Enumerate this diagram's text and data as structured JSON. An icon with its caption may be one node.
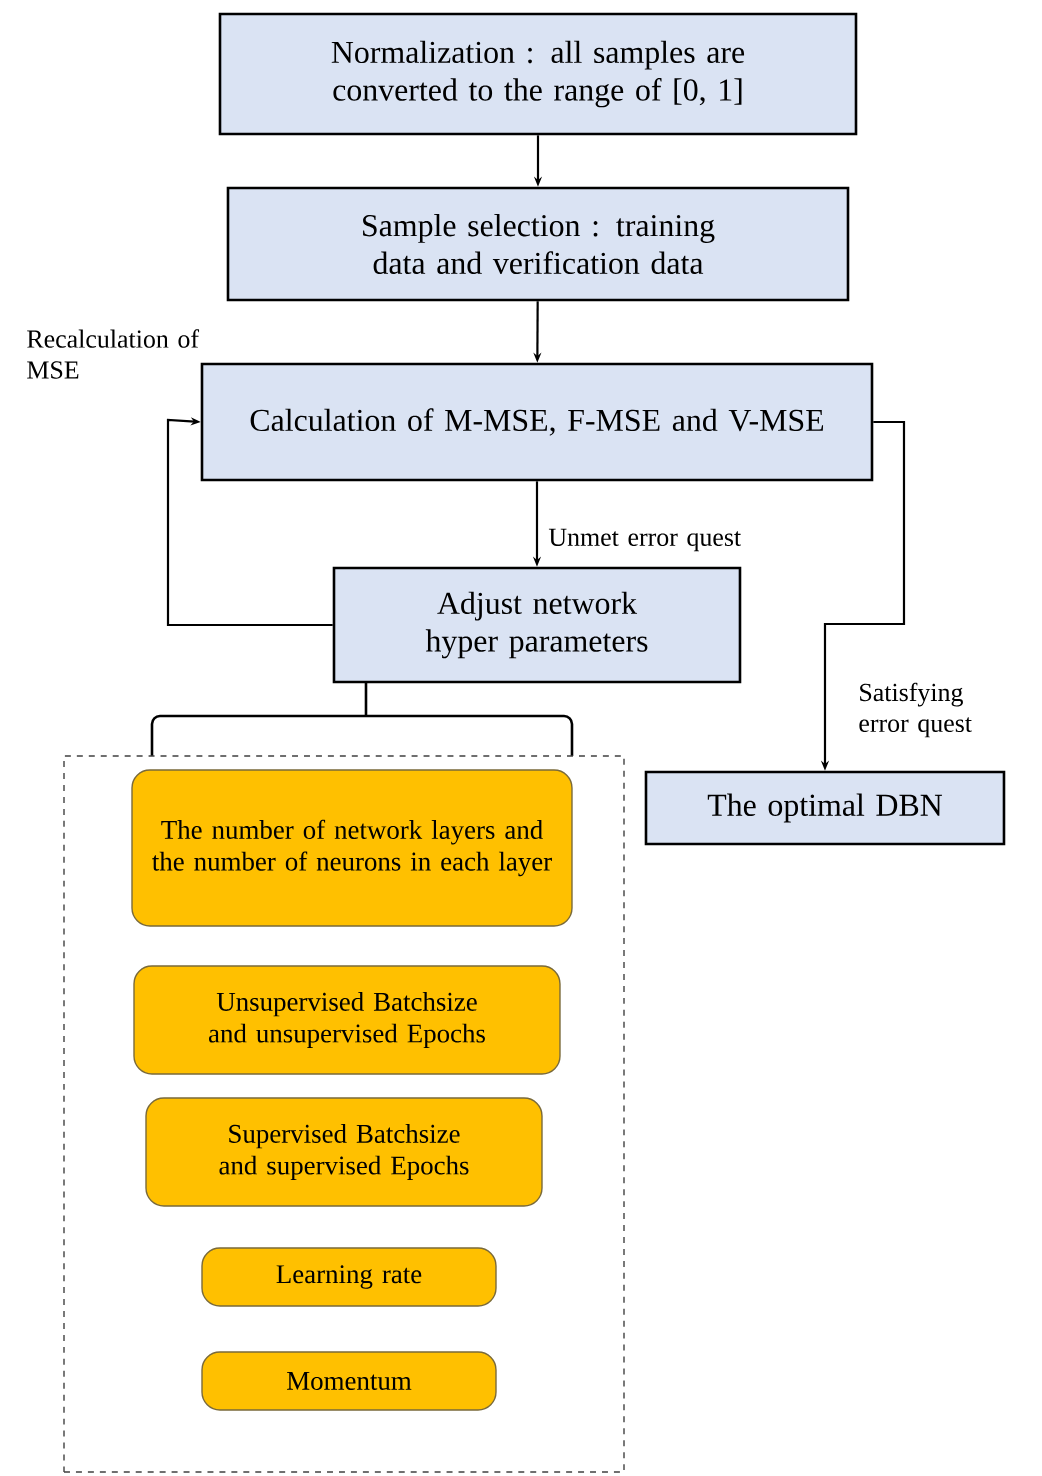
{
  "diagram": {
    "nodes": [
      {
        "text": [
          "Normalization : all samples are converted to the range of [0, 1]"
        ]
      },
      {
        "text": [
          "Sample selection : training data and verification data"
        ]
      },
      {
        "text": [
          "Calculation of M-MSE, F-MSE and V-MSE"
        ]
      },
      {
        "text": [
          "Adjust network hyper parameters"
        ]
      },
      {
        "text": [],
        "shape": "box"
      },
      {
        "text": [
          "The number of network layers and the number of neurons in each layer"
        ],
        "in": 4
      },
      {
        "text": [
          "Unsupervised Batchsize and unsupervised Epochs"
        ],
        "in": 4
      },
      {
        "text": [
          "Supervised Batchsize and supervised Epochs"
        ],
        "in": 4
      },
      {
        "text": [
          "Learning rate"
        ],
        "in": 4
      },
      {
        "text": [
          "Momentum"
        ],
        "in": 4
      },
      {
        "text": [
          "The optimal DBN"
        ]
      }
    ],
    "edges": [
      {
        "from": 0,
        "to": 1,
        "arrow": "to"
      },
      {
        "from": 1,
        "to": 2,
        "arrow": "to"
      },
      {
        "from": 2,
        "to": 3,
        "arrow": "to",
        "label": "Unmet error quest"
      },
      {
        "from": 3,
        "to": 2,
        "arrow": "to",
        "label": "Recalculation of MSE"
      },
      {
        "from": 2,
        "to": 10,
        "arrow": "to",
        "label": "Satisfying error quest"
      }
    ]
  }
}
